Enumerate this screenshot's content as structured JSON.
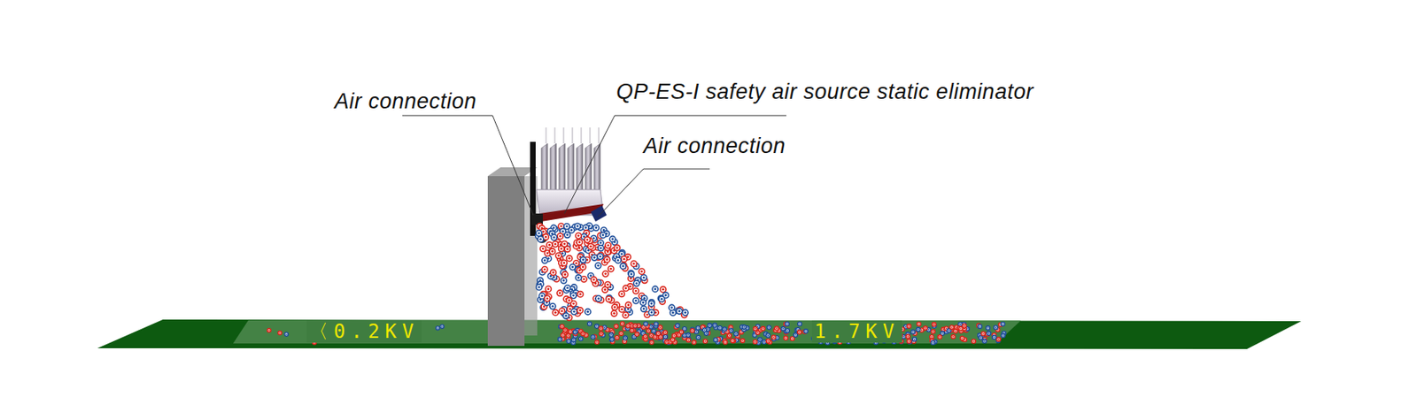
{
  "diagram": {
    "labels": [
      "Air connection",
      "QP-ES-I safety air source static eliminator",
      "Air connection",
      "〈0.2KV",
      "1.7KV"
    ]
  }
}
